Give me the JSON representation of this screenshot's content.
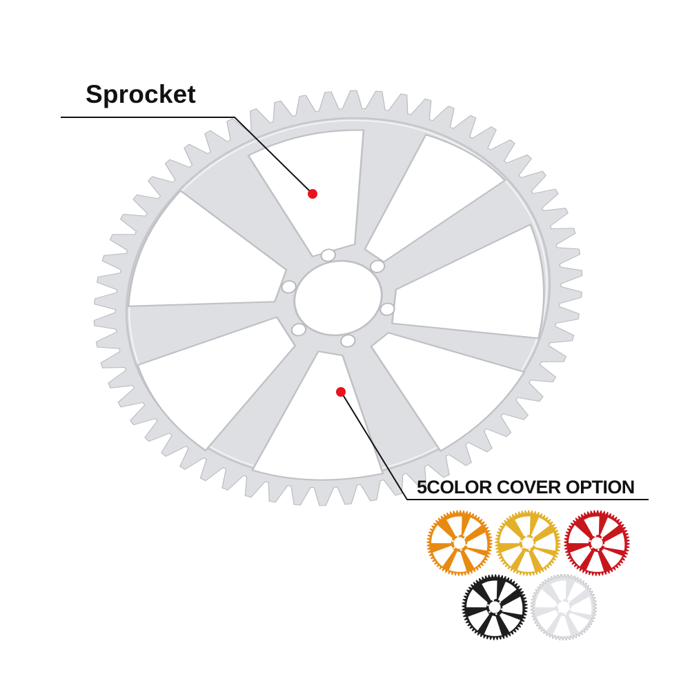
{
  "callouts": {
    "main_label": "Sprocket",
    "option_label": "5COLOR COVER OPTION"
  },
  "colors": {
    "callout_dot": "#e8141c",
    "callout_line": "#111111",
    "main_sprocket": "#dedfe2",
    "variants": [
      "#e88a12",
      "#e3b02a",
      "#c8161d",
      "#1e1e1e",
      "#e2e3e6"
    ]
  },
  "product": {
    "variant_count": 5
  }
}
